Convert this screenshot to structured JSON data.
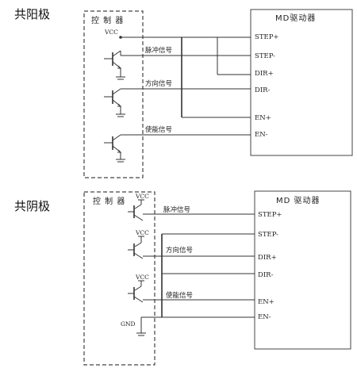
{
  "sections": [
    {
      "title": "共阳极",
      "controller_label": "控 制 器",
      "vcc_label": "VCC",
      "driver_label": "MD驱动器",
      "signals": [
        "脉冲信号",
        "方向信号",
        "使能信号"
      ],
      "pins": [
        "STEP+",
        "STEP-",
        "DIR+",
        "DIR-",
        "EN+",
        "EN-"
      ]
    },
    {
      "title": "共阴极",
      "controller_label": "控 制 器",
      "vcc_labels": [
        "VCC",
        "VCC",
        "VCC"
      ],
      "gnd_label": "GND",
      "driver_label": "MD 驱动器",
      "signals": [
        "脉冲信号",
        "方向信号",
        "使能信号"
      ],
      "pins": [
        "STEP+",
        "STEP-",
        "DIR+",
        "DIR-",
        "EN+",
        "EN-"
      ]
    }
  ]
}
